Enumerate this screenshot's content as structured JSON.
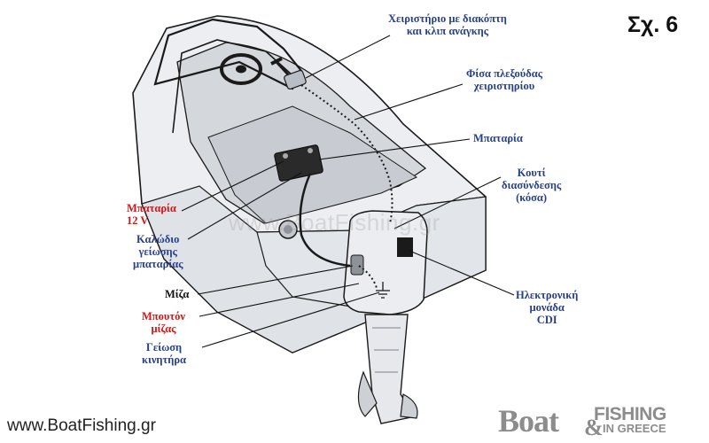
{
  "figure": {
    "number": "Σχ. 6"
  },
  "labels": {
    "throttle": [
      "Χειριστήριο με διακόπτη",
      "και κλιπ ανάγκης"
    ],
    "throttle_plug": [
      "Φίσα πλεξούδας",
      "χειριστηρίου"
    ],
    "battery": "Μπαταρία",
    "junction_box": [
      "Κουτί",
      "διασύνδεσης",
      "(κόσα)"
    ],
    "battery_12v": [
      "Μπαταρία",
      "12 V"
    ],
    "battery_ground": [
      "Καλώδιο",
      "γείωσης",
      "μπαταρίας"
    ],
    "starter": "Μίζα",
    "starter_button": [
      "Μπουτόν",
      "μίζας"
    ],
    "engine_ground": [
      "Γείωση",
      "κινητήρα"
    ],
    "cdi": [
      "Ηλεκτρονική",
      "μονάδα",
      "CDI"
    ]
  },
  "watermark": "www.BoatFishing.gr",
  "footer": {
    "url": "www.BoatFishing.gr",
    "logo_boat": "Boat",
    "logo_amp": "&",
    "logo_fishing": "FISHING",
    "logo_greece": "IN GREECE"
  },
  "colors": {
    "label_blue": "#27408b",
    "label_red": "#d21414",
    "hull_fill": "#e9ebee",
    "line": "#1a1a1a"
  }
}
